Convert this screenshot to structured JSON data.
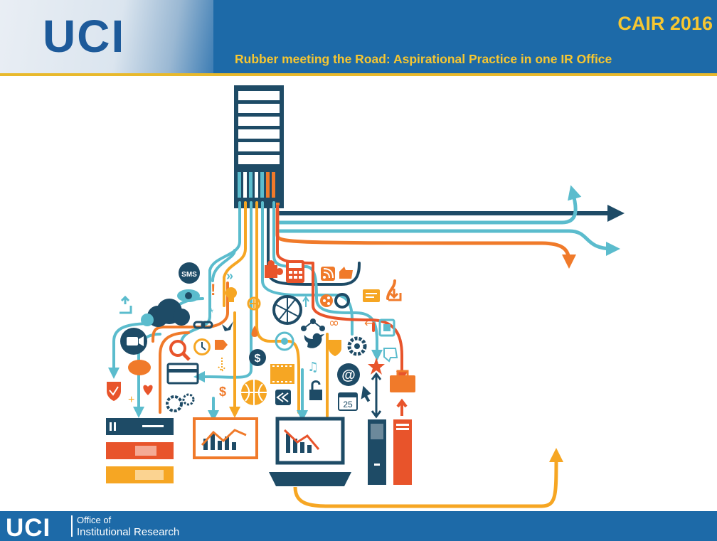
{
  "header": {
    "logo": "UCI",
    "conference": "CAIR 2016",
    "subtitle": "Rubber meeting the Road: Aspirational Practice in one IR Office"
  },
  "diagram": {
    "labels": {
      "sms": "SMS",
      "calendar_day": "25",
      "exclamation": "!",
      "dollar": "$",
      "money": "$",
      "chevrons": "»",
      "asterisk": "*",
      "infinity": "∞",
      "at_sign": "@",
      "arrow_left": "←",
      "note": "♫"
    },
    "colors": {
      "navy": "#1e4b66",
      "teal": "#5bbccd",
      "orange": "#f07a2a",
      "red_orange": "#e8542b",
      "yellow": "#f6a623"
    }
  },
  "footer": {
    "logo": "UCI",
    "unit_line1": "Office of",
    "unit_line2": "Institutional Research"
  }
}
